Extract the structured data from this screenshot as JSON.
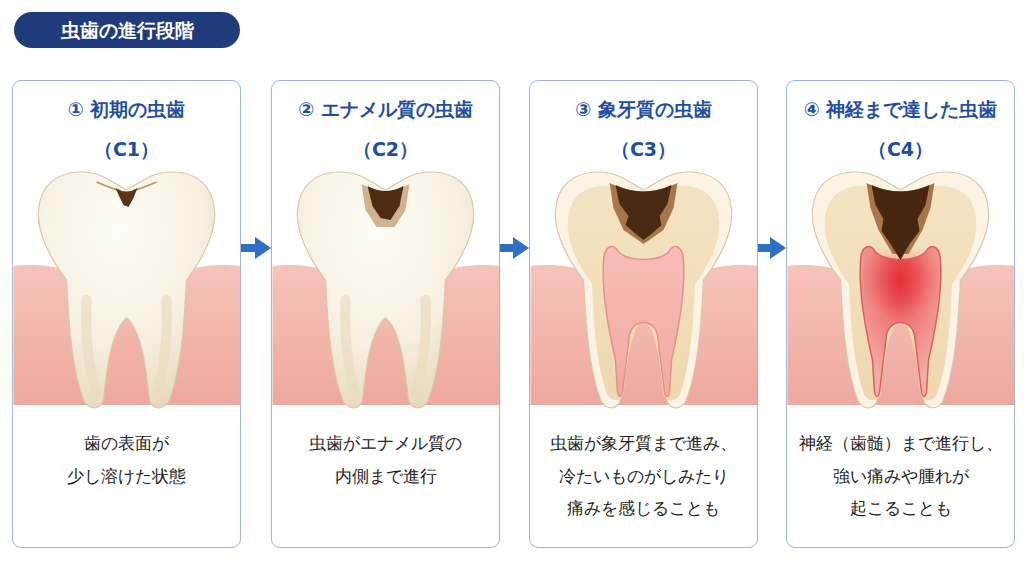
{
  "diagram": {
    "title": "虫歯の進行段階",
    "nodes": [
      {
        "text": [
          "① 初期の虫歯",
          "（C1）",
          "歯の表面が 少し溶けた状態"
        ]
      },
      {
        "text": [
          "② エナメル質の虫歯",
          "（C2）",
          "虫歯がエナメル質の 内側まで進行"
        ]
      },
      {
        "text": [
          "③ 象牙質の虫歯",
          "（C3）",
          "虫歯が象牙質まで進み、 冷たいものがしみたり 痛みを感じることも"
        ]
      },
      {
        "text": [
          "④ 神経まで達した虫歯",
          "（C4）",
          "神経（歯髄）まで進行し、 強い痛みや腫れが 起こることも"
        ]
      }
    ],
    "edges": [
      {
        "from": 0,
        "to": 1,
        "arrow": "to"
      },
      {
        "from": 1,
        "to": 2,
        "arrow": "to"
      },
      {
        "from": 2,
        "to": 3,
        "arrow": "to"
      }
    ]
  }
}
